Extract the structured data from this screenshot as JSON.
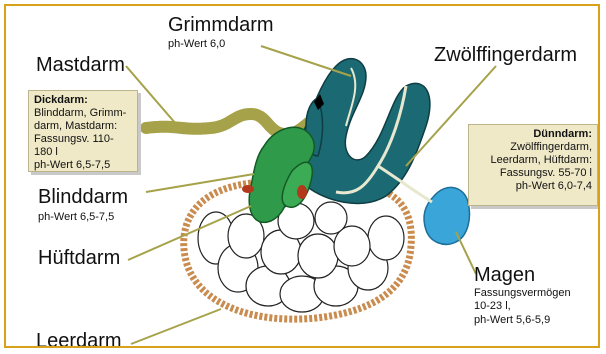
{
  "labels": {
    "grimmdarm": {
      "name": "Grimmdarm",
      "ph": "ph-Wert  6,0"
    },
    "mastdarm": {
      "name": "Mastdarm"
    },
    "zwoelffingerdarm": {
      "name": "Zwölffingerdarm"
    },
    "blinddarm": {
      "name": "Blinddarm",
      "ph": "ph-Wert  6,5-7,5"
    },
    "hueftdarm": {
      "name": "Hüftdarm"
    },
    "leerdarm": {
      "name": "Leerdarm"
    },
    "magen": {
      "name": "Magen",
      "line1": "Fassungsvermögen",
      "line2": "10-23 l,",
      "line3": "ph-Wert  5,6-5,9"
    }
  },
  "dickdarm_box": {
    "title": "Dickdarm:",
    "line1": "Blinddarm, Grimm-",
    "line2": "darm, Mastdarm:",
    "line3": "Fassungsv. 110-180 l",
    "line4": "ph-Wert  6,5-7,5"
  },
  "duenndarm_box": {
    "title": "Dünndarm:",
    "line1": "Zwölffingerdarm,",
    "line2": "Leerdarm, Hüftdarm:",
    "line3": "Fassungsv. 55-70 l",
    "line4": "ph-Wert  6,0-7,4"
  },
  "colors": {
    "frame": "#d7a21a",
    "grimmdarm": "#1b6a73",
    "blinddarm": "#2f9a4a",
    "mastdarm": "#a6a24a",
    "magen": "#3aa5d8",
    "leerdarm": "#d69a5c",
    "infobox": "#efe9c8"
  }
}
